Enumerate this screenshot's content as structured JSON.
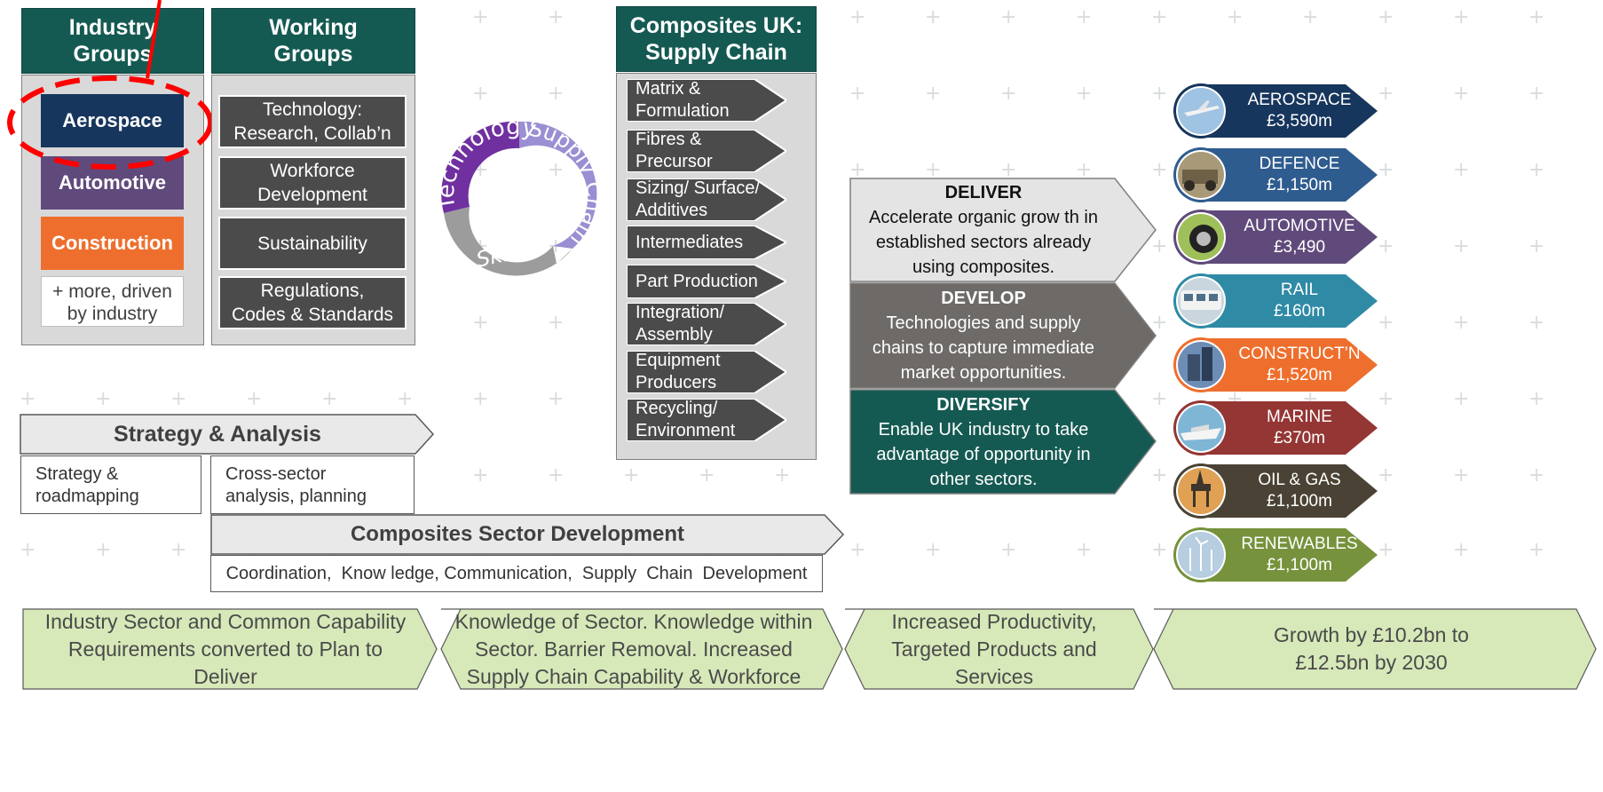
{
  "industry_groups": {
    "header": [
      "Industry",
      "Groups"
    ],
    "items": [
      {
        "label": "Aerospace",
        "color": "#17365d"
      },
      {
        "label": "Automotive",
        "color": "#604a7b"
      },
      {
        "label": "Construction",
        "color": "#ee6f2d"
      }
    ],
    "more": [
      "+ more, driven",
      "by industry"
    ]
  },
  "working_groups": {
    "header": [
      "Working",
      "Groups"
    ],
    "items": [
      [
        "Technology:",
        "Research, Collab’n"
      ],
      [
        "Workforce",
        "Development"
      ],
      [
        "Sustainability"
      ],
      [
        "Regulations,",
        "Codes & Standards"
      ]
    ]
  },
  "cycle": {
    "technology": "Technology",
    "supply_chain": "Supply Chain",
    "skills": "Skills"
  },
  "supply_chain": {
    "header": [
      "Composites UK:",
      "Supply Chain"
    ],
    "items": [
      [
        "Matrix &",
        "Formulation"
      ],
      [
        "Fibres &",
        "Precursor"
      ],
      [
        "Sizing/ Surface/",
        "Additives"
      ],
      [
        "Intermediates"
      ],
      [
        "Part Production"
      ],
      [
        "Integration/",
        "Assembly"
      ],
      [
        "Equipment",
        "Producers"
      ],
      [
        "Recycling/",
        "Environment"
      ]
    ]
  },
  "strategy": {
    "title": "Strategy & Analysis",
    "left": [
      "Strategy &",
      "roadmapping"
    ],
    "right": [
      "Cross-sector",
      "analysis, planning"
    ]
  },
  "sector_dev": {
    "title": "Composites Sector Development",
    "body": "Coordination,  Know ledge, Communication,  Supply  Chain  Development"
  },
  "deliver": {
    "title": "DELIVER",
    "lines": [
      "Accelerate organic grow th in",
      "established sectors already",
      "using composites."
    ]
  },
  "develop": {
    "title": "DEVELOP",
    "lines": [
      "Technologies  and supply",
      "chains to capture immediate",
      "market opportunities."
    ]
  },
  "diversify": {
    "title": "DIVERSIFY",
    "lines": [
      "Enable  UK industry to take",
      "advantage of opportunity in",
      "other sectors."
    ]
  },
  "sectors": [
    {
      "name": "AEROSPACE",
      "value": "£3,590m",
      "color": "#17365d",
      "icon": "airplane-icon"
    },
    {
      "name": "DEFENCE",
      "value": "£1,150m",
      "color": "#2f5c8f",
      "icon": "military-vehicle-icon"
    },
    {
      "name": "AUTOMOTIVE",
      "value": "£3,490",
      "color": "#604a7b",
      "icon": "car-wheel-icon"
    },
    {
      "name": "RAIL",
      "value": "£160m",
      "color": "#2f8aa5",
      "icon": "train-icon"
    },
    {
      "name": "CONSTRUCT’N",
      "value": "£1,520m",
      "color": "#ee6f2d",
      "icon": "building-icon"
    },
    {
      "name": "MARINE",
      "value": "£370m",
      "color": "#943634",
      "icon": "boat-icon"
    },
    {
      "name": "OIL & GAS",
      "value": "£1,100m",
      "color": "#4a4335",
      "icon": "oil-rig-icon"
    },
    {
      "name": "RENEWABLES",
      "value": "£1,100m",
      "color": "#76923c",
      "icon": "wind-turbine-icon"
    }
  ],
  "outcomes": [
    [
      "Industry Sector and Common Capability",
      "Requirements converted to Plan to",
      "Deliver"
    ],
    [
      "Knowledge of Sector. Knowledge within",
      "Sector. Barrier Removal. Increased",
      "Supply Chain Capability & Workforce"
    ],
    [
      "Increased Productivity,",
      "Targeted Products and",
      "Services"
    ],
    [
      "Growth by £10.2bn to",
      "£12.5bn by 2030"
    ]
  ],
  "colors": {
    "teal": "#155a52",
    "panel": "#d9d9d9",
    "dark_box": "#4b4b4b",
    "highlight": "#ff0000",
    "green": "#d7e9b9"
  }
}
